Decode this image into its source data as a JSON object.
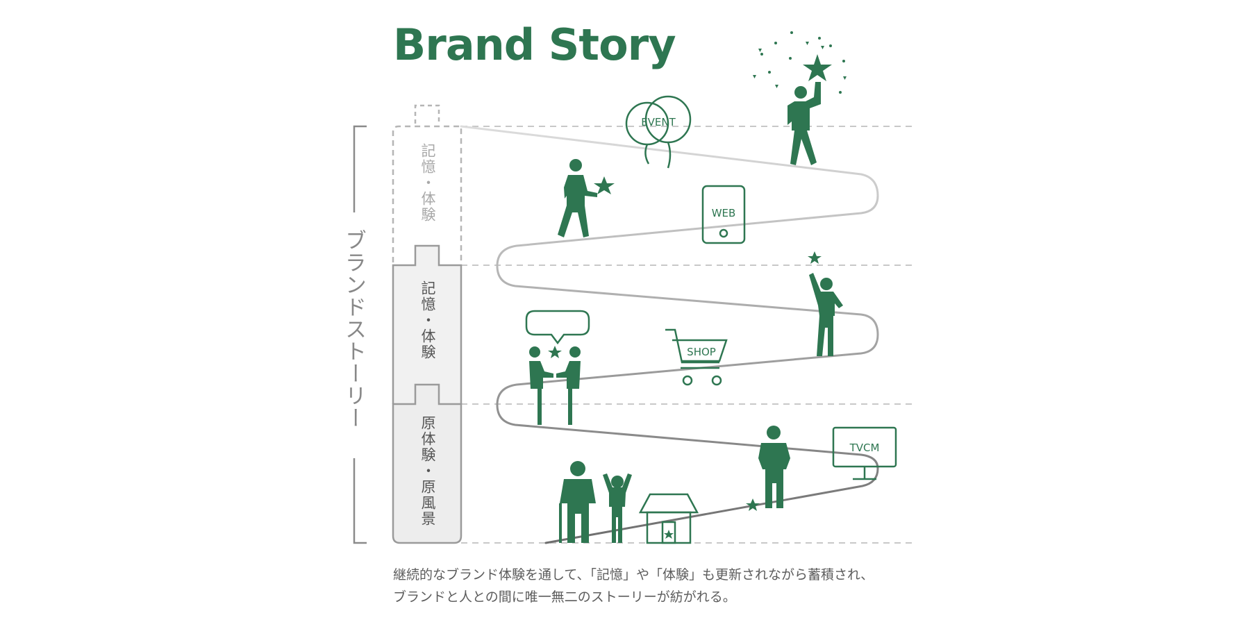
{
  "title": "Brand Story",
  "side_label": "ブランドストーリー",
  "column": {
    "top": "記憶・体験",
    "middle": "記憶・体験",
    "bottom": "原体験・原風景"
  },
  "icons": {
    "event": "EVENT",
    "web": "WEB",
    "shop": "SHOP",
    "tvcm": "TVCM"
  },
  "caption": {
    "line1": "継続的なブランド体験を通して、「記憶」や「体験」も更新されながら蓄積され、",
    "line2": "ブランドと人との間に唯一無二のストーリーが紡がれる。"
  },
  "colors": {
    "accent_green": "#2e7651",
    "path_gray": "#9a9a9a",
    "dashed_gray": "#c8c8c8"
  }
}
